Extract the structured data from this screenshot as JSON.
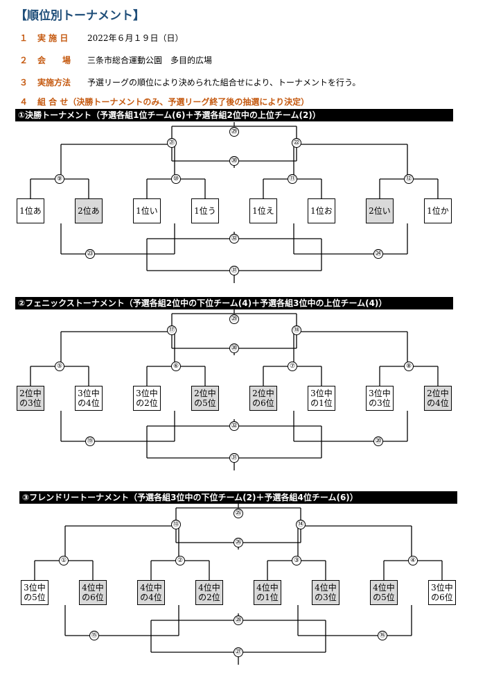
{
  "title": "【順位別トーナメント】",
  "info": [
    {
      "num": "１",
      "label": "実 施 日",
      "value": "2022年６月１９日（日）"
    },
    {
      "num": "２",
      "label": "会　　場",
      "value": "三条市総合運動公園　多目的広場"
    },
    {
      "num": "３",
      "label": "実施方法",
      "value": "予選リーグの順位により決められた組合せにより、トーナメントを行う。"
    }
  ],
  "combination": {
    "num": "４",
    "text": "組 合 せ（決勝トーナメントのみ、予選リーグ終了後の抽選により決定）"
  },
  "sections": [
    {
      "header": "①決勝トーナメント（予選各組1位チーム(6)＋予選各組2位中の上位チーム(2)）",
      "teams": [
        {
          "label": "1位あ",
          "shaded": false
        },
        {
          "label": "2位あ",
          "shaded": true
        },
        {
          "label": "1位い",
          "shaded": false
        },
        {
          "label": "1位う",
          "shaded": false
        },
        {
          "label": "1位え",
          "shaded": false
        },
        {
          "label": "1位お",
          "shaded": false
        },
        {
          "label": "2位い",
          "shaded": true
        },
        {
          "label": "1位か",
          "shaded": false
        }
      ],
      "r1": [
        "⑨",
        "⑩",
        "⑪",
        "⑫"
      ],
      "winners_semi": [
        "㉑",
        "㉒"
      ],
      "final": "㉙",
      "third": "㉚",
      "losers_semi": [
        "㉓",
        "㉔"
      ],
      "losers_top": "㉜",
      "losers_bottom": "㉛"
    },
    {
      "header": "②フェニックストーナメント（予選各組2位中の下位チーム(4)＋予選各組3位中の上位チーム(4)）",
      "teams": [
        {
          "label": "2位中の3位",
          "shaded": true
        },
        {
          "label": "3位中の4位",
          "shaded": false
        },
        {
          "label": "3位中の2位",
          "shaded": false
        },
        {
          "label": "2位中の5位",
          "shaded": true
        },
        {
          "label": "2位中の6位",
          "shaded": true
        },
        {
          "label": "3位中の1位",
          "shaded": false
        },
        {
          "label": "3位中の3位",
          "shaded": false
        },
        {
          "label": "2位中の4位",
          "shaded": true
        }
      ],
      "r1": [
        "⑤",
        "⑥",
        "⑦",
        "⑧"
      ],
      "winners_semi": [
        "⑰",
        "⑱"
      ],
      "final": "㉙",
      "third": "㉚",
      "losers_semi": [
        "⑲",
        "⑳"
      ],
      "losers_top": "㉜",
      "losers_bottom": "㉛"
    },
    {
      "header": "③フレンドリートーナメント（予選各組3位中の下位チーム(2)＋予選各組4位チーム(6)）",
      "teams": [
        {
          "label": "3位中の5位",
          "shaded": false
        },
        {
          "label": "4位中の6位",
          "shaded": true
        },
        {
          "label": "4位中の4位",
          "shaded": true
        },
        {
          "label": "4位中の2位",
          "shaded": true
        },
        {
          "label": "4位中の1位",
          "shaded": true
        },
        {
          "label": "4位中の3位",
          "shaded": true
        },
        {
          "label": "4位中の5位",
          "shaded": true
        },
        {
          "label": "3位中の6位",
          "shaded": false
        }
      ],
      "r1": [
        "①",
        "②",
        "③",
        "④"
      ],
      "winners_semi": [
        "⑬",
        "⑭"
      ],
      "final": "㉕",
      "third": "㉖",
      "losers_semi": [
        "⑮",
        "⑯"
      ],
      "losers_top": "㉘",
      "losers_bottom": "㉗"
    }
  ]
}
